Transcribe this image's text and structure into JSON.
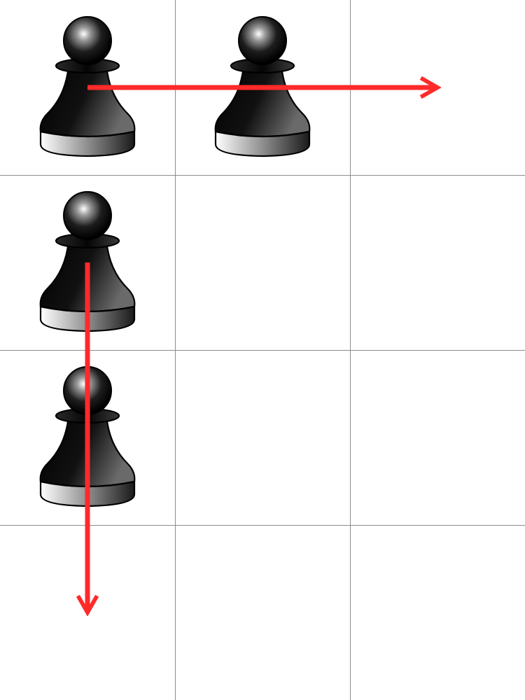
{
  "board": {
    "rows": 4,
    "cols": 3,
    "background_color": "#ffffff",
    "grid_line_color": "#8c8c8c"
  },
  "pieces": [
    {
      "type": "pawn",
      "color": "black",
      "row": 0,
      "col": 0
    },
    {
      "type": "pawn",
      "color": "black",
      "row": 0,
      "col": 1
    },
    {
      "type": "pawn",
      "color": "black",
      "row": 1,
      "col": 0
    },
    {
      "type": "pawn",
      "color": "black",
      "row": 2,
      "col": 0
    }
  ],
  "arrows": [
    {
      "direction": "right",
      "from": {
        "row": 0,
        "col": 0
      },
      "to": {
        "row": 0,
        "col": 2
      },
      "color": "#ff2a2a"
    },
    {
      "direction": "down",
      "from": {
        "row": 1,
        "col": 0
      },
      "to": {
        "row": 3,
        "col": 0
      },
      "color": "#ff2a2a"
    }
  ]
}
